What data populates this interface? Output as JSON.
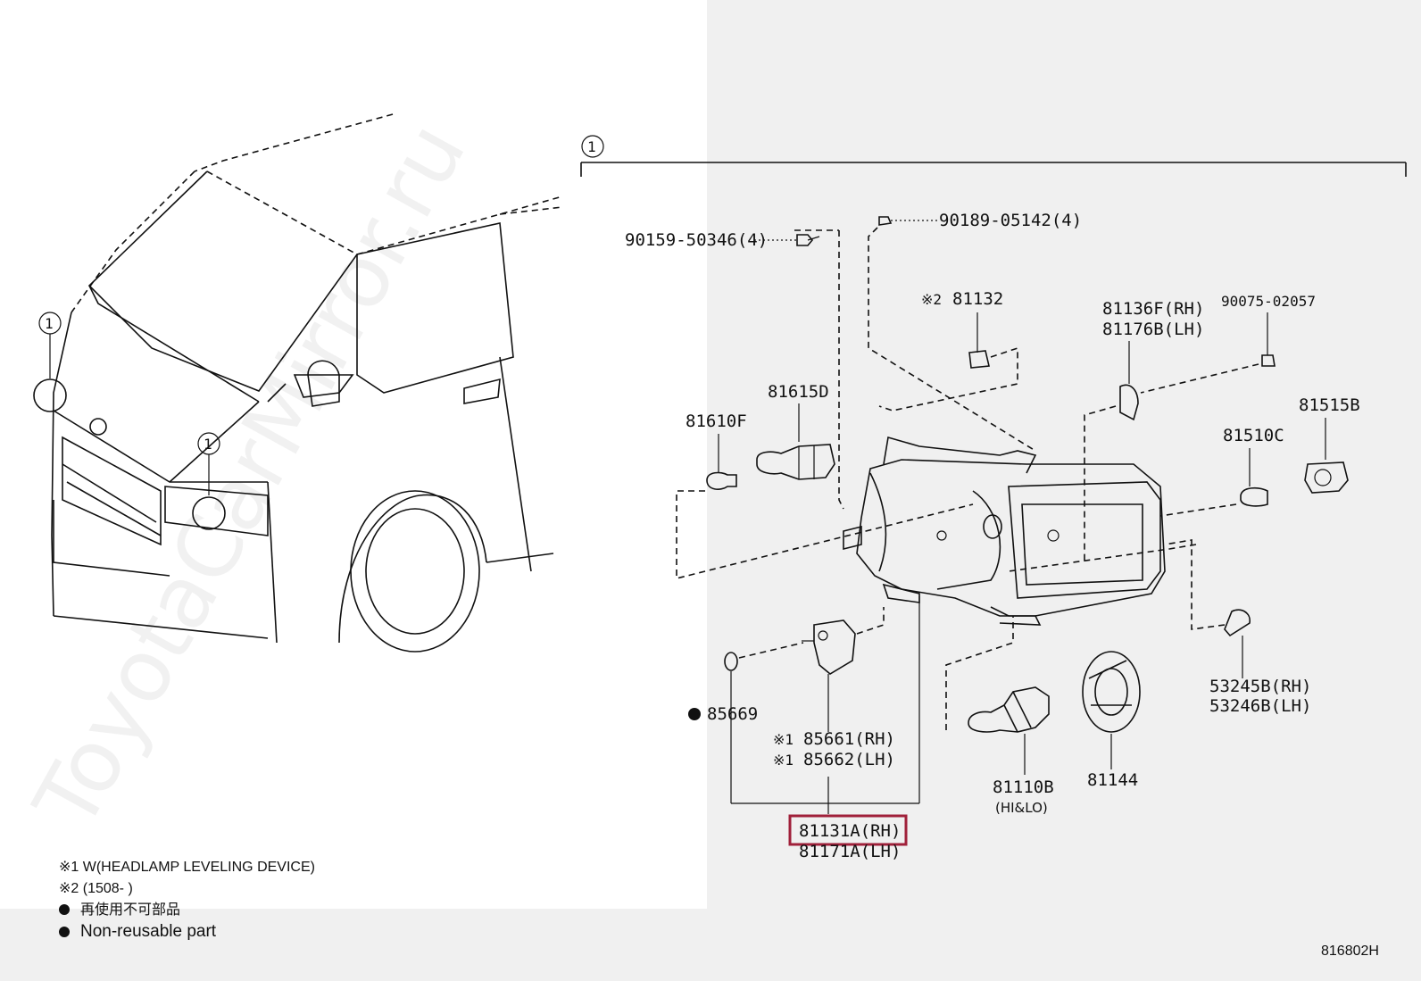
{
  "callout_marker": "1",
  "watermark": "ToyotaCarMirror.ru",
  "parts": {
    "bolt_90159": "90159-50346(4)",
    "screw_90189": "90189-05142(4)",
    "note2_mark": "※2",
    "p81132": "81132",
    "p81136f": "81136F(RH)",
    "p81176b": "81176B(LH)",
    "p90075": "90075-02057",
    "p81615d": "81615D",
    "p81610f": "81610F",
    "p81515b": "81515B",
    "p81510c": "81510C",
    "p85669": "85669",
    "note1_mark": "※1",
    "p85661": "85661(RH)",
    "p85662": "85662(LH)",
    "p81131a": "81131A(RH)",
    "p81171a": "81171A(LH)",
    "p81110b": "81110B",
    "p81110b_note": "(HI&LO)",
    "p81144": "81144",
    "p53245b": "53245B(RH)",
    "p53246b": "53246B(LH)"
  },
  "notes": {
    "n1": "※1 W(HEADLAMP LEVELING DEVICE)",
    "n2": "※2 (1508-        )",
    "n3": "再使用不可部品",
    "n4": "Non-reusable part"
  },
  "diagram_id": "816802H",
  "highlight_color": "#a0203a"
}
